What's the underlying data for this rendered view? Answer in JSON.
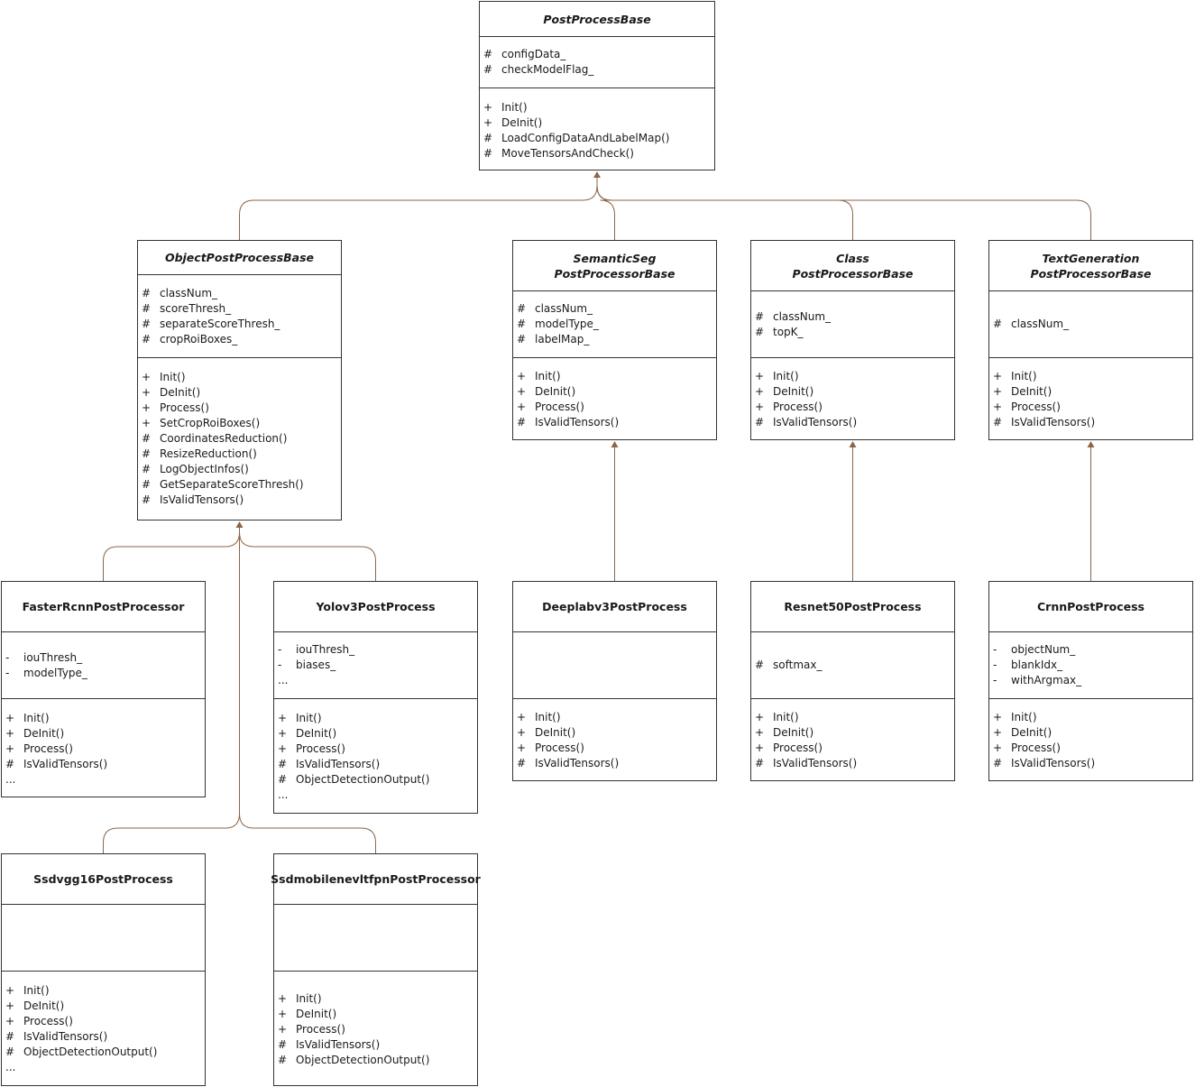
{
  "colors": {
    "border": "#333333",
    "connector": "#8b6548",
    "background": "#ffffff"
  },
  "classes": [
    {
      "id": "PostProcessBase",
      "name": "PostProcessBase",
      "abstract": true,
      "attributes": [
        {
          "vis": "#",
          "name": "configData_"
        },
        {
          "vis": "#",
          "name": "checkModelFlag_"
        }
      ],
      "operations": [
        {
          "vis": "+",
          "name": "Init()"
        },
        {
          "vis": "+",
          "name": "DeInit()"
        },
        {
          "vis": "#",
          "name": "LoadConfigDataAndLabelMap()"
        },
        {
          "vis": "#",
          "name": "MoveTensorsAndCheck()"
        }
      ]
    },
    {
      "id": "ObjectPostProcessBase",
      "name": "ObjectPostProcessBase",
      "abstract": true,
      "attributes": [
        {
          "vis": "#",
          "name": "classNum_"
        },
        {
          "vis": "#",
          "name": "scoreThresh_"
        },
        {
          "vis": "#",
          "name": "separateScoreThresh_"
        },
        {
          "vis": "#",
          "name": "cropRoiBoxes_"
        }
      ],
      "operations": [
        {
          "vis": "+",
          "name": "Init()"
        },
        {
          "vis": "+",
          "name": "DeInit()"
        },
        {
          "vis": "+",
          "name": "Process()"
        },
        {
          "vis": "+",
          "name": "SetCropRoiBoxes()"
        },
        {
          "vis": "#",
          "name": "CoordinatesReduction()"
        },
        {
          "vis": "#",
          "name": "ResizeReduction()"
        },
        {
          "vis": "#",
          "name": "LogObjectInfos()"
        },
        {
          "vis": "#",
          "name": "GetSeparateScoreThresh()"
        },
        {
          "vis": "#",
          "name": "IsValidTensors()"
        }
      ]
    },
    {
      "id": "SemanticSegPostProcessorBase",
      "name": "SemanticSeg\nPostProcessorBase",
      "abstract": true,
      "attributes": [
        {
          "vis": "#",
          "name": "classNum_"
        },
        {
          "vis": "#",
          "name": "modelType_"
        },
        {
          "vis": "#",
          "name": "labelMap_"
        }
      ],
      "operations": [
        {
          "vis": "+",
          "name": "Init()"
        },
        {
          "vis": "+",
          "name": "DeInit()"
        },
        {
          "vis": "+",
          "name": "Process()"
        },
        {
          "vis": "#",
          "name": "IsValidTensors()"
        }
      ]
    },
    {
      "id": "ClassPostProcessorBase",
      "name": "Class\nPostProcessorBase",
      "abstract": true,
      "attributes": [
        {
          "vis": "#",
          "name": "classNum_"
        },
        {
          "vis": "#",
          "name": "topK_"
        }
      ],
      "operations": [
        {
          "vis": "+",
          "name": "Init()"
        },
        {
          "vis": "+",
          "name": "DeInit()"
        },
        {
          "vis": "+",
          "name": "Process()"
        },
        {
          "vis": "#",
          "name": "IsValidTensors()"
        }
      ]
    },
    {
      "id": "TextGenerationPostProcessorBase",
      "name": "TextGeneration\nPostProcessorBase",
      "abstract": true,
      "attributes": [
        {
          "vis": "#",
          "name": "classNum_"
        }
      ],
      "operations": [
        {
          "vis": "+",
          "name": "Init()"
        },
        {
          "vis": "+",
          "name": "DeInit()"
        },
        {
          "vis": "+",
          "name": "Process()"
        },
        {
          "vis": "#",
          "name": "IsValidTensors()"
        }
      ]
    },
    {
      "id": "FasterRcnnPostProcessor",
      "name": "FasterRcnnPostProcessor",
      "abstract": false,
      "attributes": [
        {
          "vis": "-",
          "name": "iouThresh_"
        },
        {
          "vis": "-",
          "name": "modelType_"
        }
      ],
      "operations": [
        {
          "vis": "+",
          "name": "Init()"
        },
        {
          "vis": "+",
          "name": "DeInit()"
        },
        {
          "vis": "+",
          "name": "Process()"
        },
        {
          "vis": "#",
          "name": "IsValidTensors()"
        }
      ],
      "operations_more": "..."
    },
    {
      "id": "Yolov3PostProcess",
      "name": "Yolov3PostProcess",
      "abstract": false,
      "attributes": [
        {
          "vis": "-",
          "name": "iouThresh_"
        },
        {
          "vis": "-",
          "name": "biases_"
        }
      ],
      "attributes_more": "...",
      "operations": [
        {
          "vis": "+",
          "name": "Init()"
        },
        {
          "vis": "+",
          "name": "DeInit()"
        },
        {
          "vis": "+",
          "name": "Process()"
        },
        {
          "vis": "#",
          "name": "IsValidTensors()"
        },
        {
          "vis": "#",
          "name": "ObjectDetectionOutput()"
        }
      ],
      "operations_more": "..."
    },
    {
      "id": "Deeplabv3PostProcess",
      "name": "Deeplabv3PostProcess",
      "abstract": false,
      "attributes": [],
      "operations": [
        {
          "vis": "+",
          "name": "Init()"
        },
        {
          "vis": "+",
          "name": "DeInit()"
        },
        {
          "vis": "+",
          "name": "Process()"
        },
        {
          "vis": "#",
          "name": "IsValidTensors()"
        }
      ]
    },
    {
      "id": "Resnet50PostProcess",
      "name": "Resnet50PostProcess",
      "abstract": false,
      "attributes": [
        {
          "vis": "#",
          "name": "softmax_"
        }
      ],
      "operations": [
        {
          "vis": "+",
          "name": "Init()"
        },
        {
          "vis": "+",
          "name": "DeInit()"
        },
        {
          "vis": "+",
          "name": "Process()"
        },
        {
          "vis": "#",
          "name": "IsValidTensors()"
        }
      ]
    },
    {
      "id": "CrnnPostProcess",
      "name": "CrnnPostProcess",
      "abstract": false,
      "attributes": [
        {
          "vis": "-",
          "name": "objectNum_"
        },
        {
          "vis": "-",
          "name": "blankIdx_"
        },
        {
          "vis": "-",
          "name": "withArgmax_"
        }
      ],
      "operations": [
        {
          "vis": "+",
          "name": "Init()"
        },
        {
          "vis": "+",
          "name": "DeInit()"
        },
        {
          "vis": "+",
          "name": "Process()"
        },
        {
          "vis": "#",
          "name": "IsValidTensors()"
        }
      ]
    },
    {
      "id": "Ssdvgg16PostProcess",
      "name": "Ssdvgg16PostProcess",
      "abstract": false,
      "attributes": [],
      "operations": [
        {
          "vis": "+",
          "name": "Init()"
        },
        {
          "vis": "+",
          "name": "DeInit()"
        },
        {
          "vis": "+",
          "name": "Process()"
        },
        {
          "vis": "#",
          "name": "IsValidTensors()"
        },
        {
          "vis": "#",
          "name": "ObjectDetectionOutput()"
        }
      ],
      "operations_more": "..."
    },
    {
      "id": "SsdmobilenevltfpnPostProcessor",
      "name": "SsdmobilenevltfpnPostProcessor",
      "abstract": false,
      "attributes": [],
      "operations": [
        {
          "vis": "+",
          "name": "Init()"
        },
        {
          "vis": "+",
          "name": "DeInit()"
        },
        {
          "vis": "+",
          "name": "Process()"
        },
        {
          "vis": "#",
          "name": "IsValidTensors()"
        },
        {
          "vis": "#",
          "name": "ObjectDetectionOutput()"
        }
      ]
    }
  ],
  "inheritance": [
    {
      "child": "ObjectPostProcessBase",
      "parent": "PostProcessBase"
    },
    {
      "child": "SemanticSegPostProcessorBase",
      "parent": "PostProcessBase"
    },
    {
      "child": "ClassPostProcessorBase",
      "parent": "PostProcessBase"
    },
    {
      "child": "TextGenerationPostProcessorBase",
      "parent": "PostProcessBase"
    },
    {
      "child": "FasterRcnnPostProcessor",
      "parent": "ObjectPostProcessBase"
    },
    {
      "child": "Yolov3PostProcess",
      "parent": "ObjectPostProcessBase"
    },
    {
      "child": "Ssdvgg16PostProcess",
      "parent": "ObjectPostProcessBase"
    },
    {
      "child": "SsdmobilenevltfpnPostProcessor",
      "parent": "ObjectPostProcessBase"
    },
    {
      "child": "Deeplabv3PostProcess",
      "parent": "SemanticSegPostProcessorBase"
    },
    {
      "child": "Resnet50PostProcess",
      "parent": "ClassPostProcessorBase"
    },
    {
      "child": "CrnnPostProcess",
      "parent": "TextGenerationPostProcessorBase"
    }
  ]
}
